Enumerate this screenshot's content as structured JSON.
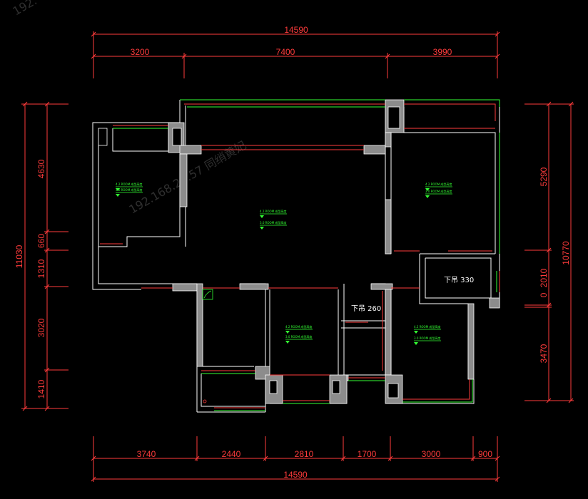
{
  "dimensions": {
    "top_total": "14590",
    "top_segments": [
      "3200",
      "7400",
      "3990"
    ],
    "bottom_segments": [
      "3740",
      "2440",
      "2810",
      "1700",
      "3000",
      "900"
    ],
    "bottom_total": "14590",
    "left_total": "11030",
    "left_segments": [
      "4630",
      "660",
      "1310",
      "3020",
      "1410"
    ],
    "right_total": "10770",
    "right_segments": [
      "5290",
      "2010",
      "0",
      "3470"
    ]
  },
  "annotations": {
    "ceiling_330": "下吊 330",
    "ceiling_260": "下吊 260"
  },
  "watermark": {
    "text_top_left": "192.",
    "text_center": "192.168.20.57  同绡黄妃"
  },
  "room_tags": {
    "room1_line1": "4.2 ROOM 成型高度",
    "room1_line2": "3.0 ROOM 成型高度"
  },
  "colors": {
    "wall": "#ffffff",
    "wall_fill": "#8c8c8c",
    "dimension": "#ff3b3b",
    "window": "#33ff33",
    "background": "#000000"
  }
}
